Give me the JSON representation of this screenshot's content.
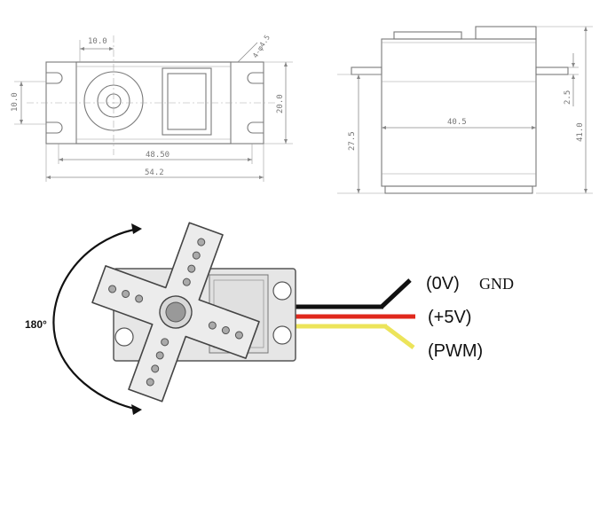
{
  "top_view": {
    "dim_10_0_top": "10.0",
    "dim_4_phi4_5": "4-φ4.5",
    "dim_10_0_left": "10.0",
    "dim_20_0": "20.0",
    "dim_48_50": "48.50",
    "dim_54_2": "54.2"
  },
  "side_view": {
    "dim_40_5": "40.5",
    "dim_27_5": "27.5",
    "dim_2_5": "2.5",
    "dim_41_0": "41.0"
  },
  "servo": {
    "rotation_label": "180°",
    "wire_labels": {
      "gnd_prefix": "(0V)",
      "gnd_suffix": "GND",
      "vcc": "(+5V)",
      "pwm": "(PWM)"
    },
    "wire_colors": {
      "gnd": "#111111",
      "vcc": "#e0281c",
      "pwm": "#ece45a"
    }
  }
}
